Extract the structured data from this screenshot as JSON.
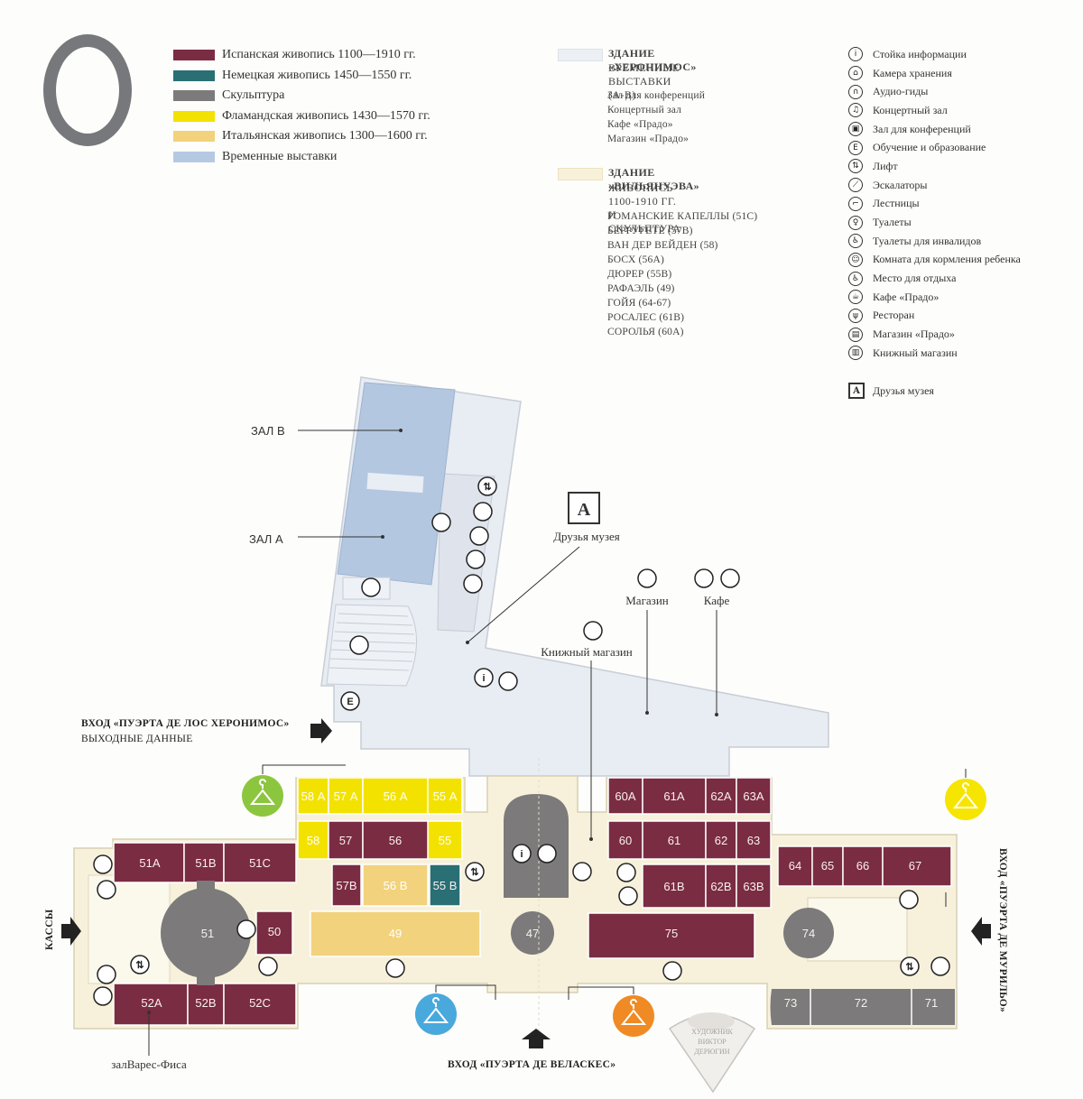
{
  "legend": {
    "items": [
      {
        "label": "Испанская живопись 1100—1910 гг.",
        "color": "#7a2c43"
      },
      {
        "label": "Немецкая живопись 1450—1550 гг.",
        "color": "#2a6f74"
      },
      {
        "label": "Скульптура",
        "color": "#7c7a7a"
      },
      {
        "label": "Фламандская живопись 1430—1570 гг.",
        "color": "#f3e200"
      },
      {
        "label": "Итальянская живопись 1300—1600 гг.",
        "color": "#f2d27c"
      },
      {
        "label": "Временные выставки",
        "color": "#b6c9e2"
      }
    ]
  },
  "buildings": {
    "jeronimos": {
      "name": "ЗДАНИЕ «ХЕРОНИМОС»",
      "subtitle": "ВРЕМЕННЫЕ ВЫСТАВКИ (А-В)",
      "color": "#eceff4",
      "items": [
        "Зал для конференций",
        "Концертный зал",
        "Кафе «Прадо»",
        "Магазин «Прадо»"
      ]
    },
    "villanueva": {
      "name": "ЗДАНИЕ «ВИЛЬЯНУЭВА»",
      "subtitle": "ЖИВОПИСЬ 1100-1910 ГГ. И СКУЛЬПТУРА",
      "color": "#f7f1d9",
      "items": [
        "РОМАНСКИЕ КАПЕЛЛЫ (51С)",
        "БЕРРУГЕТЕ (57В)",
        "ВАН ДЕР ВЕЙДЕН (58)",
        "БОСХ (56А)",
        "ДЮРЕР (55В)",
        "РАФАЭЛЬ (49)",
        "ГОЙЯ (64-67)",
        "РОСАЛЕС (61В)",
        "СОРОЛЬЯ (60А)"
      ]
    }
  },
  "services": [
    {
      "icon": "info-icon",
      "glyph": "i",
      "label": "Стойка информации"
    },
    {
      "icon": "cloakroom-icon",
      "glyph": "⌂",
      "label": "Камера хранения"
    },
    {
      "icon": "audio-guide-icon",
      "glyph": "∩",
      "label": "Аудио-гиды"
    },
    {
      "icon": "concert-hall-icon",
      "glyph": "♫",
      "label": "Концертный зал"
    },
    {
      "icon": "conference-room-icon",
      "glyph": "▣",
      "label": "Зал для конференций"
    },
    {
      "icon": "education-icon",
      "glyph": "E",
      "label": "Обучение и образование"
    },
    {
      "icon": "elevator-icon",
      "glyph": "⇅",
      "label": "Лифт"
    },
    {
      "icon": "escalator-icon",
      "glyph": "⟋",
      "label": "Эскалаторы"
    },
    {
      "icon": "stairs-icon",
      "glyph": "⌐",
      "label": "Лестницы"
    },
    {
      "icon": "toilets-icon",
      "glyph": "♀",
      "label": "Туалеты"
    },
    {
      "icon": "accessible-toilet-icon",
      "glyph": "♿",
      "label": "Туалеты для инвалидов"
    },
    {
      "icon": "baby-feeding-icon",
      "glyph": "☺",
      "label": "Комната для кормления ребенка"
    },
    {
      "icon": "rest-area-icon",
      "glyph": "♿",
      "label": "Место для отдыха"
    },
    {
      "icon": "cafe-icon",
      "glyph": "☕",
      "label": "Кафе «Прадо»"
    },
    {
      "icon": "restaurant-icon",
      "glyph": "ψ",
      "label": "Ресторан"
    },
    {
      "icon": "shop-icon",
      "glyph": "▤",
      "label": "Магазин «Прадо»"
    },
    {
      "icon": "bookshop-icon",
      "glyph": "▥",
      "label": "Книжный магазин"
    }
  ],
  "friends_legend": {
    "icon": "friends-of-museum-icon",
    "glyph": "A",
    "label": "Друзья музея"
  },
  "map_labels": {
    "hall_b": "ЗАЛ В",
    "hall_a": "ЗАЛ А",
    "friends": "Друзья музея",
    "shop": "Магазин",
    "cafe": "Кафе",
    "bookshop": "Книжный магазин",
    "entrance_jeronimos": "ВХОД «ПУЭРТА ДЕ ЛОС ХЕРОНИМОС»",
    "entrance_jeronimos_sub": "ВЫХОДНЫЕ ДАННЫЕ",
    "cash_desks": "КАССЫ",
    "entrance_velazquez": "ВХОД «ПУЭРТА ДЕ ВЕЛАСКЕС»",
    "entrance_murillo": "ВХОД «ПУЭРТА ДЕ МУРИЛЬО»",
    "vares_fisa": "залВарес-Фиса",
    "stamp_line1": "ХУДОЖНИК",
    "stamp_line2": "ВИКТОР",
    "stamp_line3": "ДЕРЮГИН"
  },
  "rooms": {
    "r58a": "58 А",
    "r57a": "57 А",
    "r56a": "56 А",
    "r55a": "55 А",
    "r58": "58",
    "r57": "57",
    "r56": "56",
    "r55": "55",
    "r57b": "57В",
    "r56b": "56 В",
    "r55b": "55 В",
    "r49": "49",
    "r51a": "51А",
    "r51b": "51В",
    "r51c": "51С",
    "r51": "51",
    "r50": "50",
    "r52a": "52А",
    "r52b": "52В",
    "r52c": "52С",
    "r47": "47",
    "r60a": "60А",
    "r61a": "61А",
    "r62a": "62А",
    "r63a": "63А",
    "r60": "60",
    "r61": "61",
    "r62": "62",
    "r63": "63",
    "r61b": "61В",
    "r62b": "62В",
    "r63b": "63В",
    "r64": "64",
    "r65": "65",
    "r66": "66",
    "r67": "67",
    "r75": "75",
    "r74": "74",
    "r73": "73",
    "r72": "72",
    "r71": "71"
  }
}
